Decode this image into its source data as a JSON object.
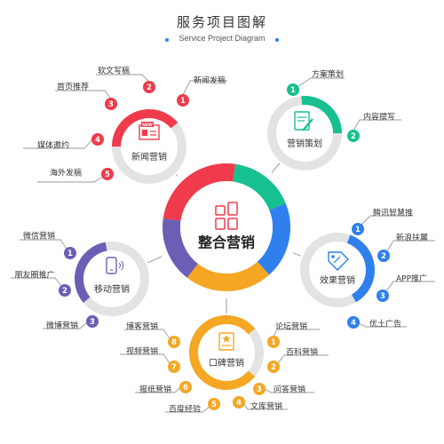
{
  "title": "服务项目图解",
  "subtitle": "Service Project Diagram",
  "center": {
    "label": "整合营销"
  },
  "hubs": {
    "news": {
      "label": "新闻营销",
      "color": "#ef3b4b",
      "badge": "NEW",
      "items": [
        {
          "num": "1",
          "label": "新闻发稿"
        },
        {
          "num": "2",
          "label": "软文写稿"
        },
        {
          "num": "3",
          "label": "首页推荐"
        },
        {
          "num": "4",
          "label": "媒体邀约"
        },
        {
          "num": "5",
          "label": "海外发稿"
        }
      ]
    },
    "plan": {
      "label": "营销策划",
      "color": "#16c08f",
      "items": [
        {
          "num": "1",
          "label": "方案策划"
        },
        {
          "num": "2",
          "label": "内容撰写"
        }
      ]
    },
    "effect": {
      "label": "效果营销",
      "color": "#2f80ed",
      "items": [
        {
          "num": "1",
          "label": "腾讯智慧推"
        },
        {
          "num": "2",
          "label": "新浪扶翼"
        },
        {
          "num": "3",
          "label": "APP推广"
        },
        {
          "num": "4",
          "label": "优土广告"
        }
      ]
    },
    "word": {
      "label": "口碑营销",
      "color": "#f5a623",
      "items": [
        {
          "num": "1",
          "label": "论坛营销"
        },
        {
          "num": "2",
          "label": "百科营销"
        },
        {
          "num": "3",
          "label": "问答营销"
        },
        {
          "num": "4",
          "label": "文库营销"
        },
        {
          "num": "5",
          "label": "百度经验"
        },
        {
          "num": "6",
          "label": "报纸营销"
        },
        {
          "num": "7",
          "label": "视频营销"
        },
        {
          "num": "8",
          "label": "博客营销"
        }
      ]
    },
    "mobile": {
      "label": "移动营销",
      "color": "#6b5fb5",
      "items": [
        {
          "num": "1",
          "label": "微信营销"
        },
        {
          "num": "2",
          "label": "朋友圈推广"
        },
        {
          "num": "3",
          "label": "微博营销"
        }
      ]
    }
  }
}
